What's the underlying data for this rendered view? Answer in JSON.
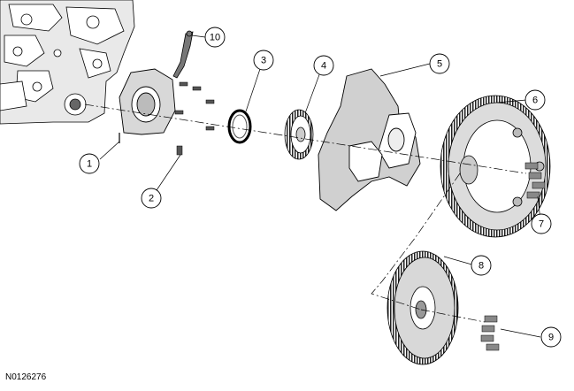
{
  "figure_id": "N0126276",
  "callouts": [
    {
      "id": "1",
      "label": "1"
    },
    {
      "id": "2",
      "label": "2"
    },
    {
      "id": "3",
      "label": "3"
    },
    {
      "id": "4",
      "label": "4"
    },
    {
      "id": "5",
      "label": "5"
    },
    {
      "id": "6",
      "label": "6"
    },
    {
      "id": "7",
      "label": "7"
    },
    {
      "id": "8",
      "label": "8"
    },
    {
      "id": "9",
      "label": "9"
    },
    {
      "id": "10",
      "label": "10"
    }
  ],
  "colors": {
    "line": "#000000",
    "fill": "#ffffff",
    "shade": "#8a8a8a"
  }
}
